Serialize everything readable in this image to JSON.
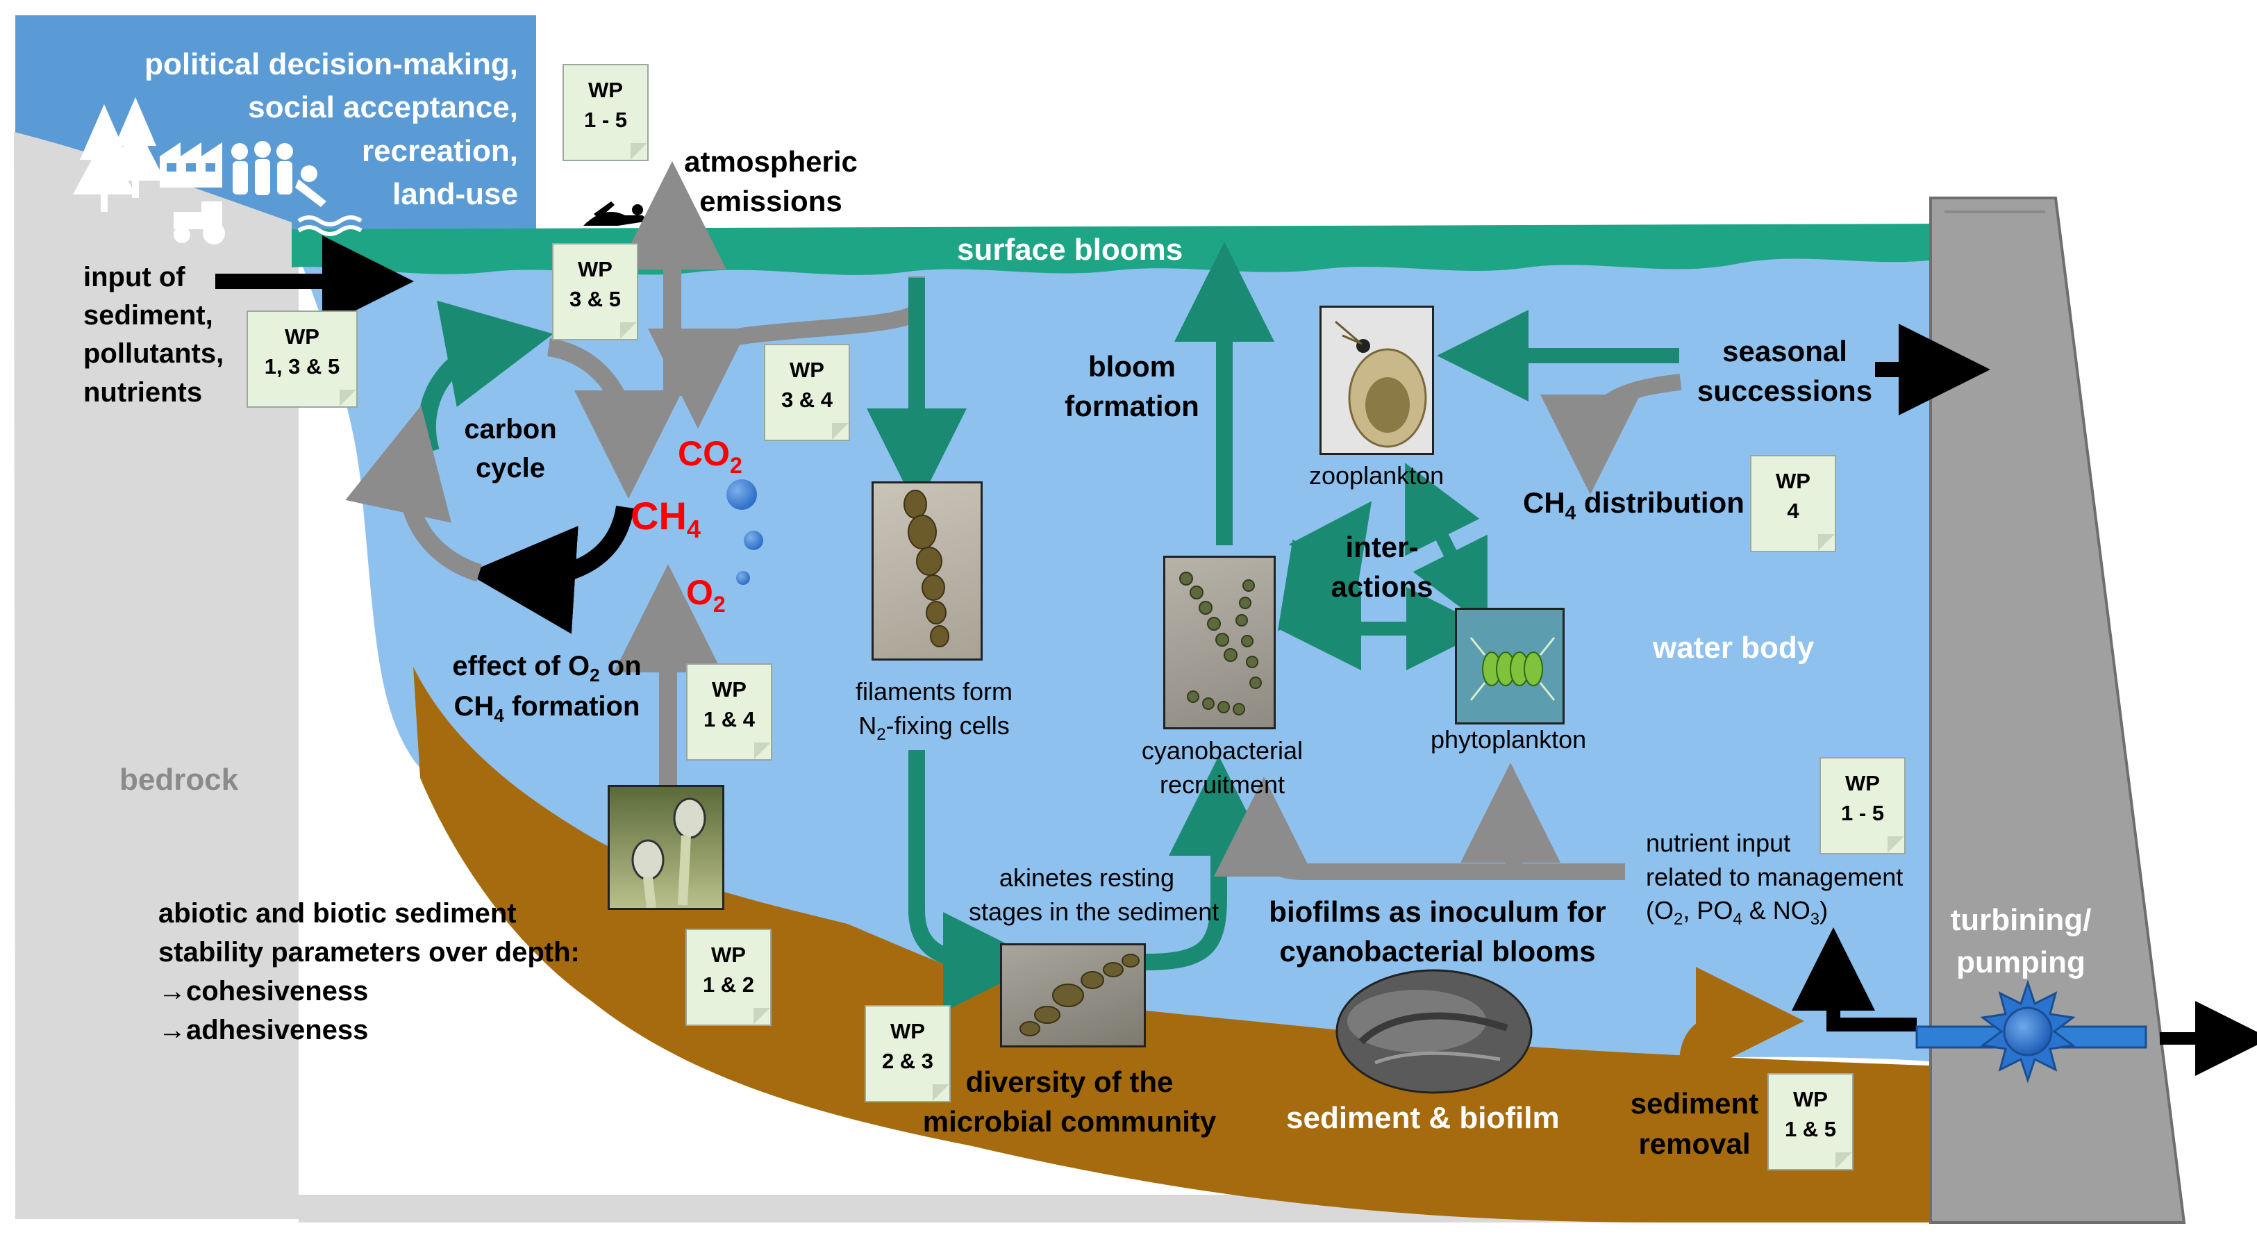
{
  "labels": {
    "society": [
      "political decision-making,",
      "social acceptance,",
      "recreation,",
      "land-use"
    ],
    "atmospheric": [
      "atmospheric",
      "emissions"
    ],
    "surface_blooms": "surface blooms",
    "input_of": [
      "input of",
      "sediment,",
      "pollutants,",
      "nutrients"
    ],
    "carbon_cycle": [
      "carbon",
      "cycle"
    ],
    "co2_main": "CO",
    "co2_sub": "2",
    "ch4_main": "CH",
    "ch4_sub": "4",
    "o2_main": "O",
    "o2_sub": "2",
    "bloom_formation": [
      "bloom",
      "formation"
    ],
    "seasonal": [
      "seasonal",
      "successions"
    ],
    "zooplankton": "zooplankton",
    "ch4_distribution_pre": "CH",
    "ch4_distribution_sub": "4",
    "ch4_distribution_post": " distribution",
    "interactions": [
      "inter-",
      "actions"
    ],
    "water_body": "water body",
    "phytoplankton": "phytoplankton",
    "effect_line1_pre": "effect of O",
    "effect_line1_sub": "2",
    "effect_line1_post": " on",
    "effect_line2_pre": "CH",
    "effect_line2_sub": "4",
    "effect_line2_post": " formation",
    "filaments_line1": "filaments form",
    "filaments_line2_pre": "N",
    "filaments_line2_sub": "2",
    "filaments_line2_post": "-fixing cells",
    "cyano_recruitment": [
      "cyanobacterial",
      "recruitment"
    ],
    "bedrock": "bedrock",
    "akinetes": [
      "akinetes resting",
      "stages in the sediment"
    ],
    "biofilms": [
      "biofilms as inoculum for",
      "cyanobacterial blooms"
    ],
    "nutrient_input": [
      "nutrient input",
      "related to management"
    ],
    "nutrient_line3_a": "(O",
    "nutrient_line3_s1": "2",
    "nutrient_line3_b": ", PO",
    "nutrient_line3_s2": "4",
    "nutrient_line3_c": " & NO",
    "nutrient_line3_s3": "3",
    "nutrient_line3_d": ")",
    "turbining": [
      "turbining/",
      "pumping"
    ],
    "sediment_params": [
      "abiotic and biotic sediment",
      "stability parameters over depth:",
      "→cohesiveness",
      "→adhesiveness"
    ],
    "diversity": [
      "diversity of the",
      "microbial community"
    ],
    "sediment_biofilm": "sediment & biofilm",
    "sediment_removal": [
      "sediment",
      "removal"
    ]
  },
  "wp_boxes": [
    {
      "id": "wp-society",
      "line1": "WP",
      "line2": "1 - 5"
    },
    {
      "id": "wp-input",
      "line1": "WP",
      "line2": "1, 3 & 5"
    },
    {
      "id": "wp-emissions",
      "line1": "WP",
      "line2": "3 & 5"
    },
    {
      "id": "wp-co2",
      "line1": "WP",
      "line2": "3 & 4"
    },
    {
      "id": "wp-ch4-dist",
      "line1": "WP",
      "line2": "4"
    },
    {
      "id": "wp-effect",
      "line1": "WP",
      "line2": "1 & 4"
    },
    {
      "id": "wp-sediment",
      "line1": "WP",
      "line2": "1 & 2"
    },
    {
      "id": "wp-diversity",
      "line1": "WP",
      "line2": "2 & 3"
    },
    {
      "id": "wp-nutrient",
      "line1": "WP",
      "line2": "1 - 5"
    },
    {
      "id": "wp-removal",
      "line1": "WP",
      "line2": "1 & 5"
    }
  ],
  "colors": {
    "sky": "#5b9bd5",
    "water": "#8fc1ee",
    "surface_bloom": "#1ea586",
    "sediment": "#a66b0f",
    "bedrock": "#d9d9d9",
    "dam": "#a0a0a0",
    "teal_arrow": "#1b8a73",
    "grey_arrow": "#8c8c8c",
    "red_text": "#ff0000",
    "wp_fill": "#e7f2dc"
  },
  "icons": [
    "tree-icon",
    "factory-icon",
    "people-icon",
    "swimmer-icon",
    "tractor-icon",
    "water-wave-icon",
    "turbine-icon"
  ]
}
